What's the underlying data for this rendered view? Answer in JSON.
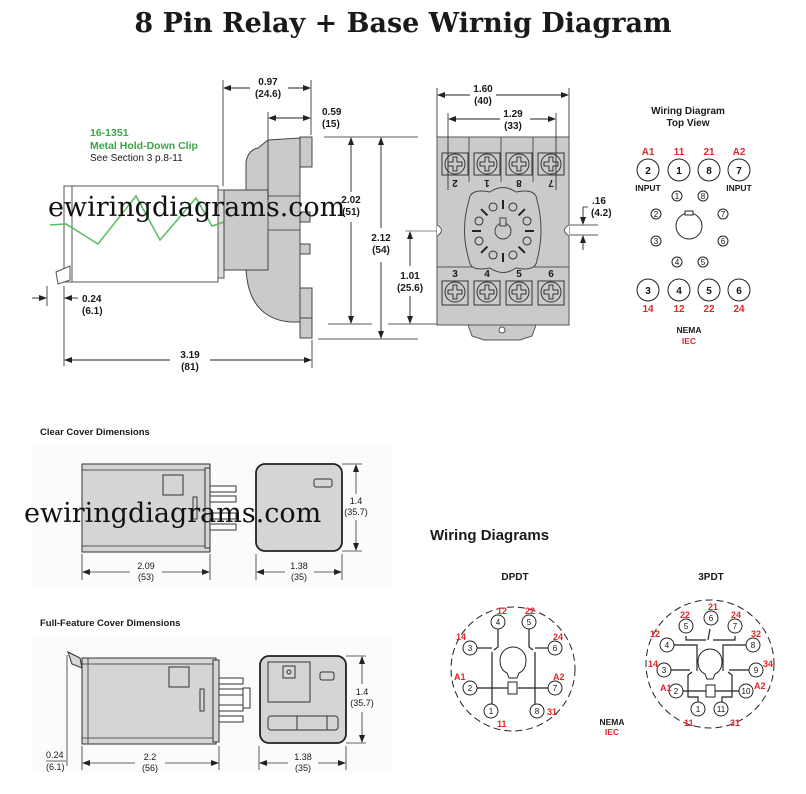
{
  "title": "8 Pin Relay + Base Wirnig Diagram",
  "watermark": "ewiringdiagrams.com",
  "side_view": {
    "clip_part_number": "16-1351",
    "clip_name": "Metal Hold-Down Clip",
    "clip_reference": "See Section 3 p.8-11",
    "dims": {
      "d097": [
        "0.97",
        "(24.6)"
      ],
      "d059": [
        "0.59",
        "(15)"
      ],
      "d202": [
        "2.02",
        "(51)"
      ],
      "d212": [
        "2.12",
        "(54)"
      ],
      "d101": [
        "1.01",
        "(25.6)"
      ],
      "d024": [
        "0.24",
        "(6.1)"
      ],
      "d319": [
        "3.19",
        "(81)"
      ]
    }
  },
  "base_view": {
    "dims": {
      "d160": [
        "1.60",
        "(40)"
      ],
      "d129": [
        "1.29",
        "(33)"
      ],
      "d016": [
        ".16",
        "(4.2)"
      ]
    },
    "top_terminals": [
      "2",
      "1",
      "8",
      "7"
    ],
    "bottom_terminals": [
      "3",
      "4",
      "5",
      "6"
    ]
  },
  "top_view": {
    "title_line1": "Wiring Diagram",
    "title_line2": "Top View",
    "top_pins": [
      {
        "pin": "2",
        "iec": "A1"
      },
      {
        "pin": "1",
        "iec": "11"
      },
      {
        "pin": "8",
        "iec": "21"
      },
      {
        "pin": "7",
        "iec": "A2"
      }
    ],
    "bottom_pins": [
      {
        "pin": "3",
        "iec": "14"
      },
      {
        "pin": "4",
        "iec": "12"
      },
      {
        "pin": "5",
        "iec": "22"
      },
      {
        "pin": "6",
        "iec": "24"
      }
    ],
    "input_label": "INPUT",
    "socket_pins": [
      "1",
      "2",
      "3",
      "4",
      "5",
      "6",
      "7",
      "8"
    ],
    "legend_nema": "NEMA",
    "legend_iec": "IEC"
  },
  "clear_cover": {
    "heading": "Clear Cover Dimensions",
    "length": [
      "2.09",
      "(53)"
    ],
    "width": [
      "1.38",
      "(35)"
    ],
    "height": [
      "1.4",
      "(35.7)"
    ]
  },
  "full_cover": {
    "heading": "Full-Feature Cover Dimensions",
    "offset": [
      "0.24",
      "(6.1)"
    ],
    "length": [
      "2.2",
      "(56)"
    ],
    "width": [
      "1.38",
      "(35)"
    ],
    "height": [
      "1.4",
      "(35.7)"
    ]
  },
  "wiring_diagrams": {
    "heading": "Wiring Diagrams",
    "dpdt": {
      "label": "DPDT",
      "pins": [
        {
          "pin": "4",
          "iec": "12"
        },
        {
          "pin": "5",
          "iec": "22"
        },
        {
          "pin": "3",
          "iec": "14"
        },
        {
          "pin": "6",
          "iec": "24"
        },
        {
          "pin": "2",
          "iec": "A1"
        },
        {
          "pin": "7",
          "iec": "A2"
        },
        {
          "pin": "1",
          "iec": "11"
        },
        {
          "pin": "8",
          "iec": "31"
        }
      ]
    },
    "tpdt": {
      "label": "3PDT",
      "pins": [
        {
          "pin": "5",
          "iec": "22"
        },
        {
          "pin": "6",
          "iec": "21"
        },
        {
          "pin": "7",
          "iec": "24"
        },
        {
          "pin": "4",
          "iec": "12"
        },
        {
          "pin": "8",
          "iec": "32"
        },
        {
          "pin": "3",
          "iec": "14"
        },
        {
          "pin": "9",
          "iec": "34"
        },
        {
          "pin": "2",
          "iec": "A1"
        },
        {
          "pin": "10",
          "iec": "A2"
        },
        {
          "pin": "1",
          "iec": "11"
        },
        {
          "pin": "11",
          "iec": "31"
        }
      ]
    },
    "legend_nema": "NEMA",
    "legend_iec": "IEC"
  }
}
